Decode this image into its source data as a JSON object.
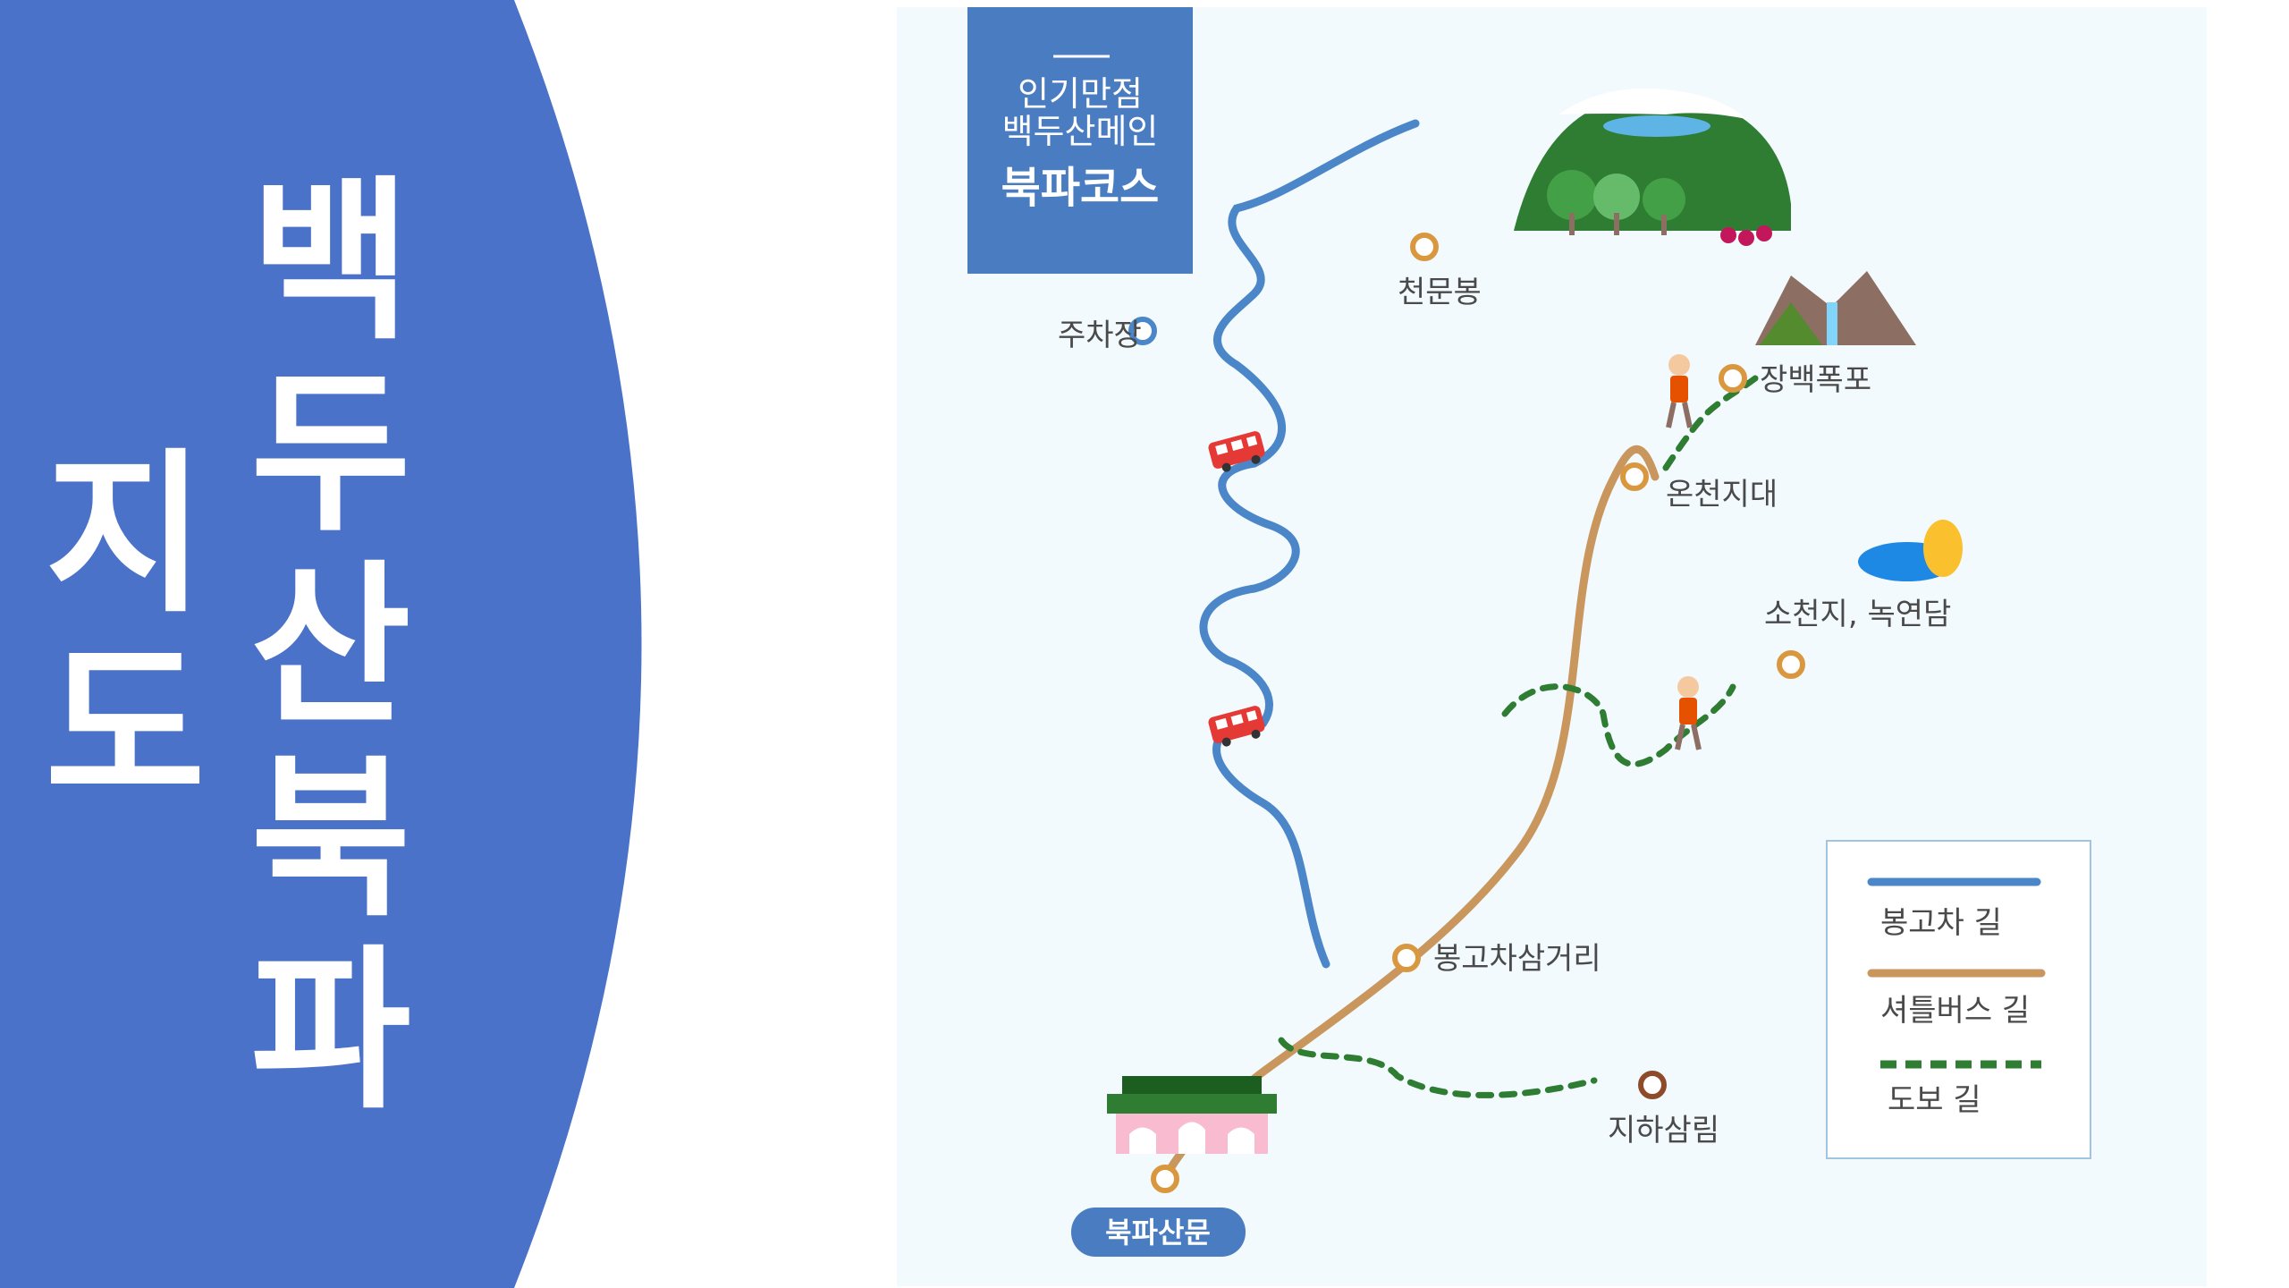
{
  "slide": {
    "title_columns": [
      {
        "chars": [
          "백",
          "두",
          "산",
          "북",
          "파"
        ]
      },
      {
        "chars": [
          "지",
          "도"
        ]
      }
    ]
  },
  "map": {
    "header": {
      "line1": "인기만점",
      "line2": "백두산메인",
      "line3": "북파코스",
      "bg_color": "#4a7cc1"
    },
    "places": [
      {
        "id": "cheonmunbong",
        "label": "천문봉"
      },
      {
        "id": "parking",
        "label": "주차장"
      },
      {
        "id": "jangbaek-falls",
        "label": "장백폭포"
      },
      {
        "id": "hot-springs",
        "label": "온천지대"
      },
      {
        "id": "socheonji",
        "label": "소천지, 녹연담"
      },
      {
        "id": "bonggocha-junction",
        "label": "봉고차삼거리"
      },
      {
        "id": "jiha-forest",
        "label": "지하삼림"
      },
      {
        "id": "bukpa-gate",
        "label": "북파산문"
      }
    ],
    "legend": {
      "items": [
        {
          "label": "봉고차 길",
          "color": "#4a86c8",
          "style": "solid"
        },
        {
          "label": "셔틀버스 길",
          "color": "#c9965e",
          "style": "solid"
        },
        {
          "label": "도보 길",
          "color": "#2e7d32",
          "style": "dashed"
        }
      ]
    },
    "colors": {
      "van_route": "#4a86c8",
      "shuttle_route": "#c9965e",
      "walk_route": "#2e7d32",
      "panel_bg": "#f3fafd",
      "slide_accent": "#4a72c9"
    }
  }
}
